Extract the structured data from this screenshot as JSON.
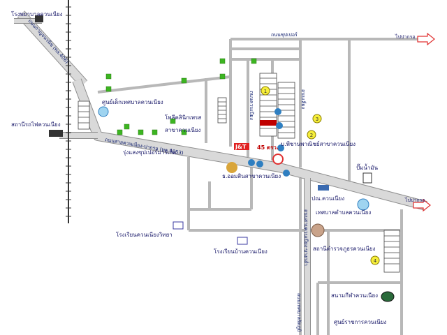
{
  "places": {
    "hospital": "โรงพยาบาลควนเนียง",
    "railway_station": "สถานีรถไฟควนเนียง",
    "child_center": "ศูนย์เด็กเทศบาลควนเนียง",
    "kindergarten": "โพลีคลินิกเพรส",
    "branch_office": "สาขาควนเนียง",
    "market": "รุ่งแสงซุปเปอร์มาร์เก็ต",
    "jt_express": "J&T",
    "gold_shop": "ธ.ออมสินสาขาควนเนียง",
    "pharmacy": "บ.พีชานพาณิชย์สาขาควนเนียง",
    "gas_station": "ปั๊มน้ำมัน",
    "post_office": "ปณ.ควนเนียง",
    "municipality": "เทศบาลตำบลควนเนียง",
    "school_1": "โรงเรียนควนเนียงวิทยา",
    "school_2": "โรงเรียนบ้านควนเนียง",
    "police_station": "สถานีตำรวจภูธรควนเนียง",
    "stadium": "สนามกีฬาควนเนียง",
    "gov_center": "ศูนย์ราชการควนเนียง",
    "red_label": "45 ตรว.",
    "to_right_top": "ไปปากรอ",
    "to_right_mid": "ไปปากรอ"
  },
  "roads": {
    "main_road": "ถนนสายควนเนียง-ปากรอ (ทล.4053)",
    "rail_road": "ถนนกาญจนวนิช (ทล.406)",
    "side_road_vertical": "ถนนเทศบาลรัตภูมิ",
    "top_road": "ถนนซุปเปอร์",
    "inner_road": "ถนนควนเนียง",
    "lower_vertical": "ถนนสายควนเนียง-บางกล่ำ",
    "right_top": "ถนนเลี่ยง"
  },
  "markers": {
    "m1": "1",
    "m2": "2",
    "m3": "3",
    "m4": "4"
  },
  "colors": {
    "road_fill": "#d9d9d9",
    "road_edge": "#8e8e8e",
    "thin_road": "#b8b8b8",
    "building_green": "#3cb521",
    "rail": "#333333",
    "arrow_red": "#e03030",
    "marker_yellow": "#f6ee3a",
    "marker_blue": "#2f7fc1"
  }
}
